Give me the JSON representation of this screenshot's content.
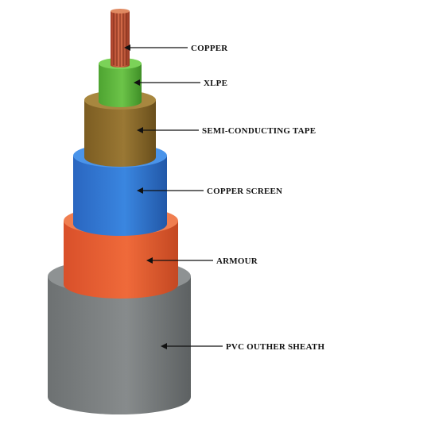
{
  "layers": [
    {
      "id": "copper",
      "label": "COPPER",
      "color": "#c0502e"
    },
    {
      "id": "xlpe",
      "label": "XLPE",
      "color": "#5cb33a"
    },
    {
      "id": "semi",
      "label": "SEMI-CONDUCTING TAPE",
      "color": "#8a6a2a"
    },
    {
      "id": "screen",
      "label": "COPPER SCREEN",
      "color": "#2b6fc8"
    },
    {
      "id": "armour",
      "label": "ARMOUR",
      "color": "#e0572a"
    },
    {
      "id": "sheath",
      "label": "PVC OUTHER SHEATH",
      "color": "#777b7c"
    }
  ]
}
